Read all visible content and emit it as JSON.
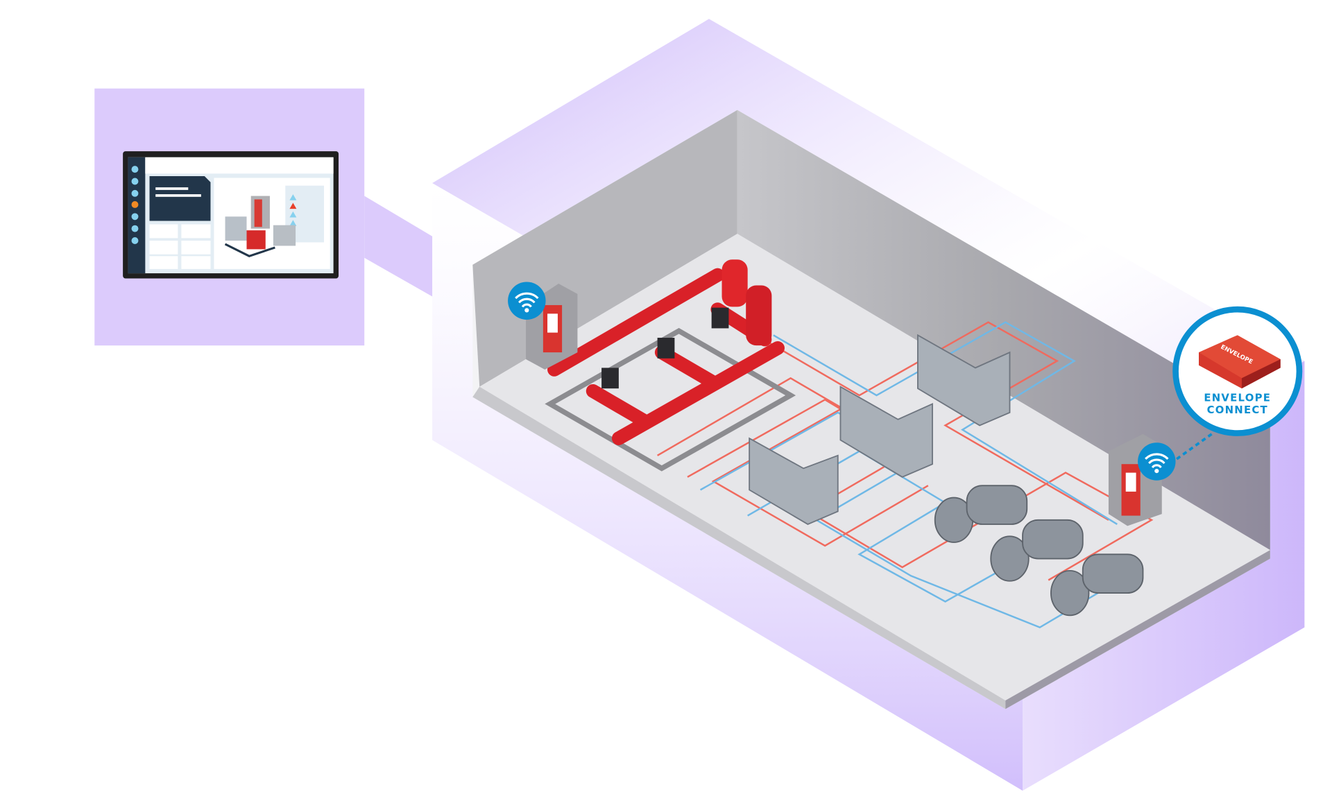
{
  "diagram": {
    "badge": {
      "line1": "ENVELOPE",
      "line2": "CONNECT"
    },
    "device_logo": "ENVELOPE",
    "colors": {
      "purple": "#dccbfc",
      "accent_blue": "#0b8fd1",
      "pipe_red": "#e0262b",
      "supply_line": "#f06a5e",
      "return_line": "#6fb8e6",
      "alert_orange": "#f08a24"
    },
    "icons": [
      "wifi-icon",
      "wifi-icon",
      "monitor-icon",
      "heat-exchanger-icon",
      "pump-icon",
      "control-panel-icon"
    ]
  }
}
